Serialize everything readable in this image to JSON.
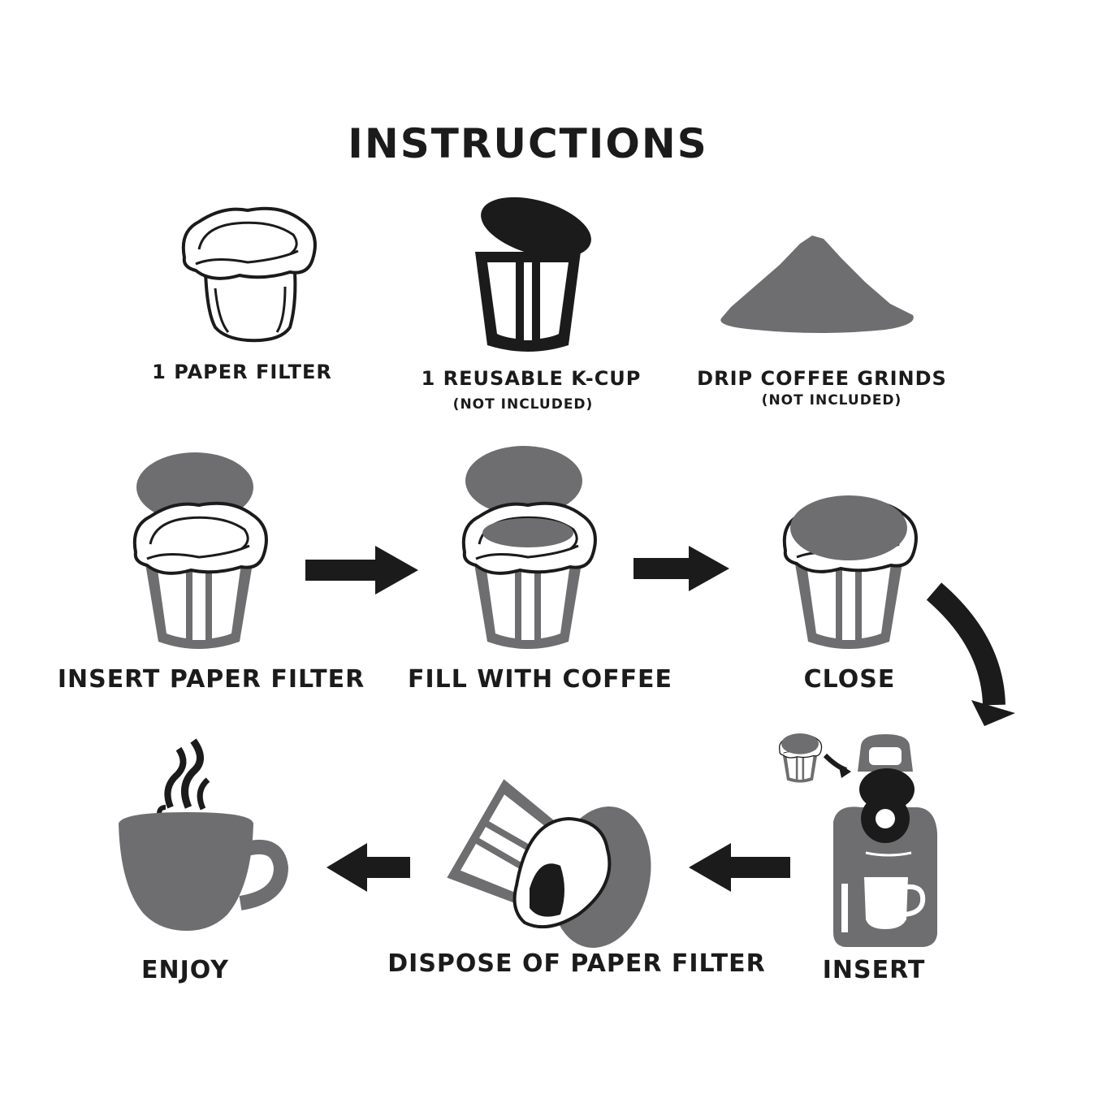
{
  "title": "INSTRUCTIONS",
  "supplies": [
    {
      "label": "1 PAPER FILTER",
      "note": ""
    },
    {
      "label": "1 REUSABLE K-CUP",
      "note": "(NOT INCLUDED)"
    },
    {
      "label": "DRIP COFFEE GRINDS",
      "note": "(NOT INCLUDED)"
    }
  ],
  "steps": [
    {
      "label": "INSERT PAPER FILTER"
    },
    {
      "label": "FILL WITH COFFEE"
    },
    {
      "label": "CLOSE"
    },
    {
      "label": "INSERT"
    },
    {
      "label": "DISPOSE OF PAPER FILTER"
    },
    {
      "label": "ENJOY"
    }
  ],
  "colors": {
    "dark": "#1b1b1b",
    "gray": "#6e6e70",
    "light": "#ffffff"
  }
}
